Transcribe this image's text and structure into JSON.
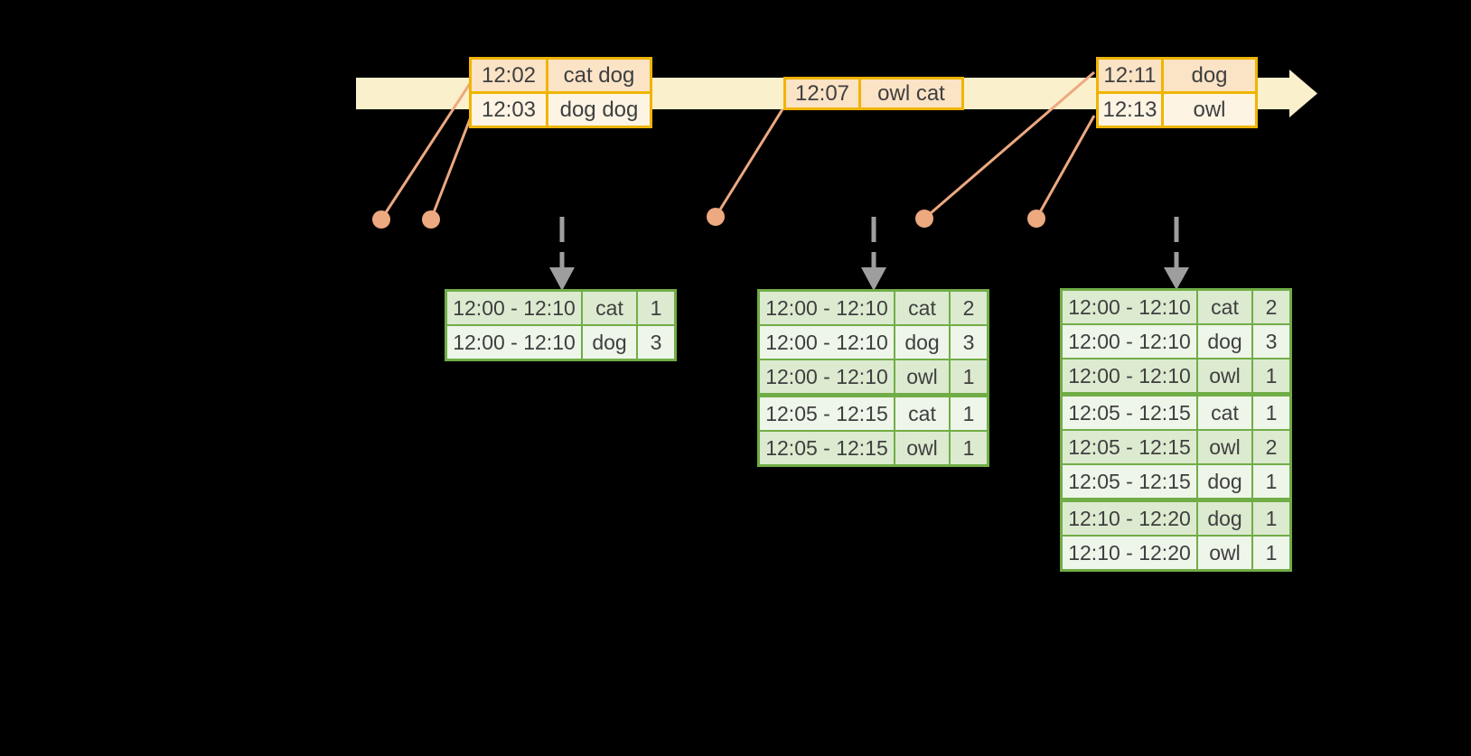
{
  "colors": {
    "background": "#000000",
    "timeline_band": "#fbf0cc",
    "event_border": "#f0b400",
    "event_row_odd": "#fbe3c6",
    "event_row_even": "#fdf4e4",
    "connector": "#eda980",
    "dashed_arrow": "#9e9e9e",
    "result_border": "#71ad47",
    "result_row_odd": "#dcead0",
    "result_row_even": "#eef5e9",
    "text": "#3f3f3f"
  },
  "event_tables": {
    "t1": {
      "rows": [
        {
          "time": "12:02",
          "words": "cat dog"
        },
        {
          "time": "12:03",
          "words": "dog dog"
        }
      ]
    },
    "t2": {
      "rows": [
        {
          "time": "12:07",
          "words": "owl cat"
        }
      ]
    },
    "t3": {
      "rows": [
        {
          "time": "12:11",
          "words": "dog"
        },
        {
          "time": "12:13",
          "words": "owl"
        }
      ]
    }
  },
  "result_tables": {
    "t1": {
      "rows": [
        {
          "window": "12:00 - 12:10",
          "word": "cat",
          "count": "1"
        },
        {
          "window": "12:00 - 12:10",
          "word": "dog",
          "count": "3"
        }
      ]
    },
    "t2": {
      "rows": [
        {
          "window": "12:00 - 12:10",
          "word": "cat",
          "count": "2"
        },
        {
          "window": "12:00 - 12:10",
          "word": "dog",
          "count": "3"
        },
        {
          "window": "12:00 - 12:10",
          "word": "owl",
          "count": "1"
        },
        {
          "window": "12:05 - 12:15",
          "word": "cat",
          "count": "1"
        },
        {
          "window": "12:05 - 12:15",
          "word": "owl",
          "count": "1"
        }
      ]
    },
    "t3": {
      "rows": [
        {
          "window": "12:00 - 12:10",
          "word": "cat",
          "count": "2"
        },
        {
          "window": "12:00 - 12:10",
          "word": "dog",
          "count": "3"
        },
        {
          "window": "12:00 - 12:10",
          "word": "owl",
          "count": "1"
        },
        {
          "window": "12:05 - 12:15",
          "word": "cat",
          "count": "1"
        },
        {
          "window": "12:05 - 12:15",
          "word": "owl",
          "count": "2"
        },
        {
          "window": "12:05 - 12:15",
          "word": "dog",
          "count": "1"
        },
        {
          "window": "12:10 - 12:20",
          "word": "dog",
          "count": "1"
        },
        {
          "window": "12:10 - 12:20",
          "word": "owl",
          "count": "1"
        }
      ]
    }
  }
}
